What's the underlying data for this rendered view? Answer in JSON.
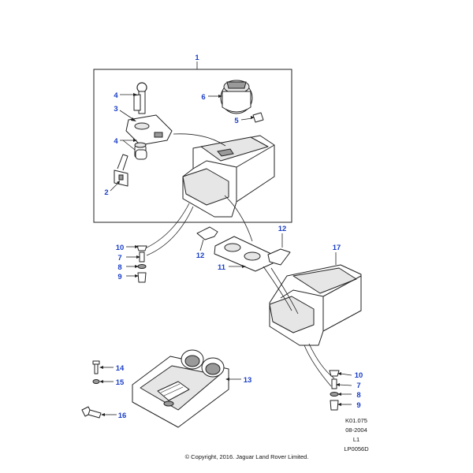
{
  "callouts": {
    "c1": "1",
    "c2": "2",
    "c3": "3",
    "c4a": "4",
    "c4b": "4",
    "c5": "5",
    "c6": "6",
    "c7a": "7",
    "c7b": "7",
    "c8a": "8",
    "c8b": "8",
    "c9a": "9",
    "c9b": "9",
    "c10a": "10",
    "c10b": "10",
    "c11": "11",
    "c12a": "12",
    "c12b": "12",
    "c13": "13",
    "c14": "14",
    "c15": "15",
    "c16": "16",
    "c17": "17"
  },
  "reference": {
    "code": "K01.075",
    "date": "08-2004",
    "level": "L1",
    "image_id": "LP0056D"
  },
  "copyright": "© Copyright, 2016. Jaguar Land Rover Limited.",
  "colors": {
    "callout": "#1a3ec8",
    "line": "#222222"
  }
}
